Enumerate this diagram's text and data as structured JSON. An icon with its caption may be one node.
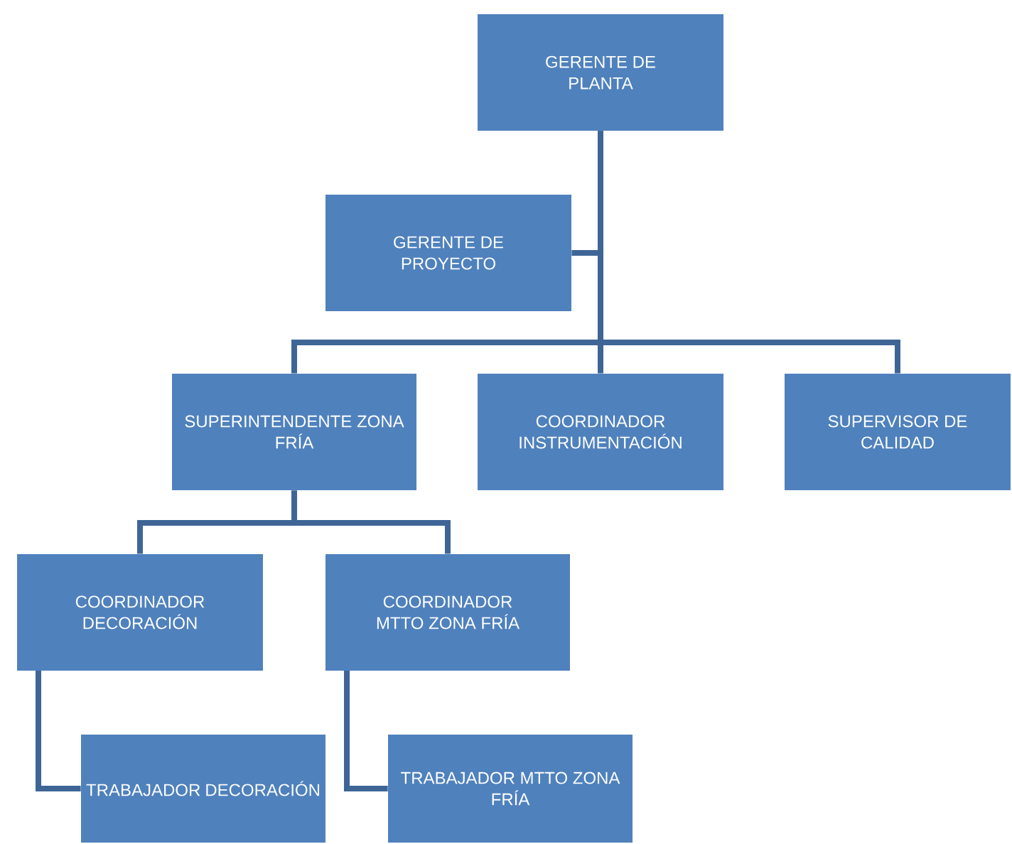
{
  "diagram": {
    "nodes": [
      {
        "text": [
          "GERENTE DE PLANTA"
        ]
      },
      {
        "text": [
          "GERENTE DE PROYECTO"
        ]
      },
      {
        "text": [
          "SUPERINTENDENTE ZONA FRÍA"
        ]
      },
      {
        "text": [
          "COORDINADOR INSTRUMENTACIÓN"
        ]
      },
      {
        "text": [
          "SUPERVISOR DE CALIDAD"
        ]
      },
      {
        "text": [
          "COORDINADOR DECORACIÓN"
        ]
      },
      {
        "text": [
          "COORDINADOR MTTO ZONA FRÍA"
        ]
      },
      {
        "text": [
          "TRABAJADOR DECORACIÓN"
        ]
      },
      {
        "text": [
          "TRABAJADOR MTTO ZONA FRÍA"
        ]
      }
    ],
    "edges": [
      {
        "from": 0,
        "to": 1,
        "arrow": "none"
      },
      {
        "from": 0,
        "to": 2,
        "arrow": "none"
      },
      {
        "from": 0,
        "to": 3,
        "arrow": "none"
      },
      {
        "from": 0,
        "to": 4,
        "arrow": "none"
      },
      {
        "from": 2,
        "to": 5,
        "arrow": "none"
      },
      {
        "from": 2,
        "to": 6,
        "arrow": "none"
      },
      {
        "from": 5,
        "to": 7,
        "arrow": "none"
      },
      {
        "from": 6,
        "to": 8,
        "arrow": "none"
      }
    ]
  }
}
